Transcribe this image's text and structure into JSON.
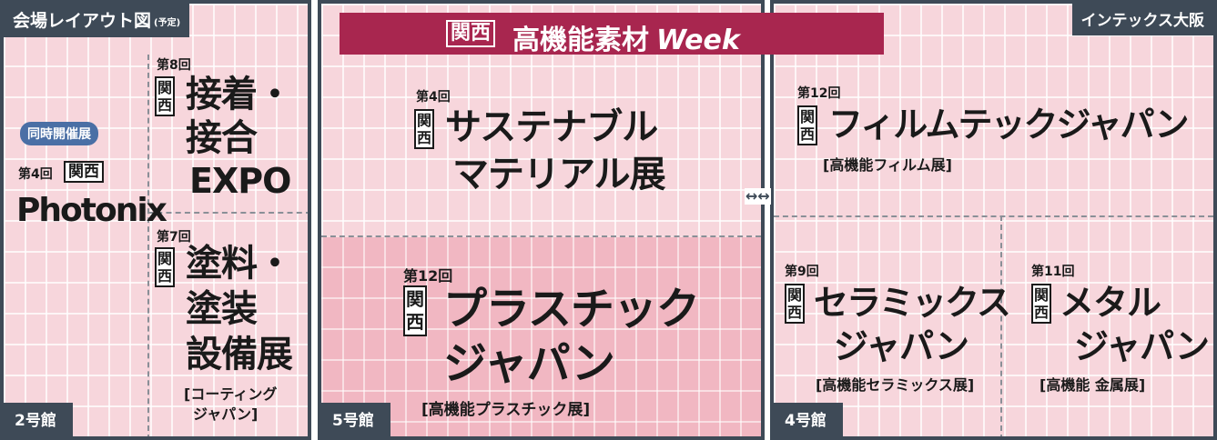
{
  "layout_title": "会場レイアウト図",
  "layout_title_note": "(予定)",
  "venue_name": "インテックス大阪",
  "banner": {
    "kansai": "関西",
    "title": "高機能素材",
    "title_latin": "Week"
  },
  "kansai_mark": "関西",
  "kansai_mark_vertical": [
    "関",
    "西"
  ],
  "halls": [
    {
      "label": "2号館"
    },
    {
      "label": "5号館"
    },
    {
      "label": "4号館"
    }
  ],
  "hall2": {
    "concurrent_label": "同時開催展",
    "photonix": {
      "edition": "第4回",
      "name": "Photonix"
    },
    "adhesion": {
      "edition": "第8回",
      "name_lines": [
        "接着・",
        "接合",
        "EXPO"
      ]
    },
    "coating": {
      "edition": "第7回",
      "name_lines": [
        "塗料・",
        "塗装",
        "設備展"
      ],
      "sub_lines": [
        "[コーティング",
        "ジャパン]"
      ]
    }
  },
  "hall5": {
    "sustainable": {
      "edition": "第4回",
      "name_lines": [
        "サステナブル",
        "マテリアル展"
      ]
    },
    "plastic": {
      "edition": "第12回",
      "name_lines": [
        "プラスチック",
        "ジャパン"
      ],
      "sub": "[高機能プラスチック展]"
    }
  },
  "hall4": {
    "film": {
      "edition": "第12回",
      "name": "フィルムテックジャパン",
      "sub": "[高機能フィルム展]"
    },
    "ceramics": {
      "edition": "第9回",
      "name_lines": [
        "セラミックス",
        "ジャパン"
      ],
      "sub": "[高機能セラミックス展]"
    },
    "metal": {
      "edition": "第11回",
      "name_lines": [
        "メタル",
        "ジャパン"
      ],
      "sub": "[高機能 金属展]"
    }
  },
  "connector_symbol": "↔",
  "colors": {
    "navy": "#3e4a57",
    "crimson": "#a8264f",
    "hall_pink": "#f7d6dc",
    "highlight_pink": "#f1b7c2",
    "pill_blue": "#4a6fa5"
  }
}
